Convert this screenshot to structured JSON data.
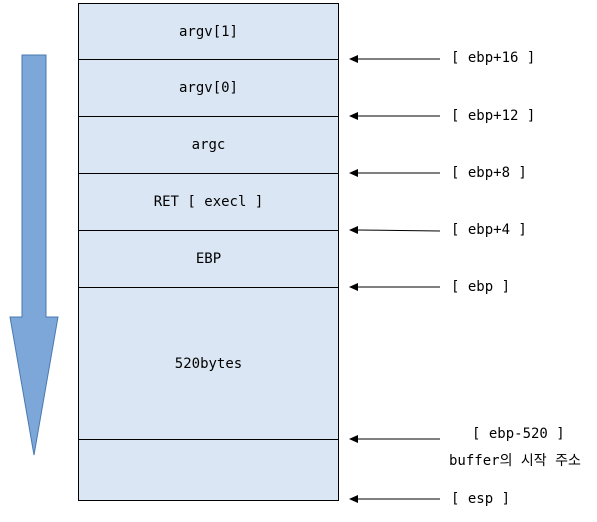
{
  "stack": {
    "cells": [
      {
        "label": "argv[1]"
      },
      {
        "label": "argv[0]"
      },
      {
        "label": "argc"
      },
      {
        "label": "RET [ execl ]"
      },
      {
        "label": "EBP"
      },
      {
        "label": "520bytes"
      },
      {
        "label": ""
      }
    ]
  },
  "pointers": [
    {
      "label": "[ ebp+16 ]"
    },
    {
      "label": "[ ebp+12 ]"
    },
    {
      "label": "[ ebp+8 ]"
    },
    {
      "label": "[ ebp+4 ]"
    },
    {
      "label": "[ ebp ]"
    },
    {
      "label": "[ ebp-520 ]",
      "sublabel": "buffer의 시작 주소"
    },
    {
      "label": "[ esp ]"
    }
  ],
  "colors": {
    "cell_fill": "#dae6f3",
    "big_arrow_fill": "#7ca7d8",
    "big_arrow_stroke": "#4a7ab0"
  }
}
